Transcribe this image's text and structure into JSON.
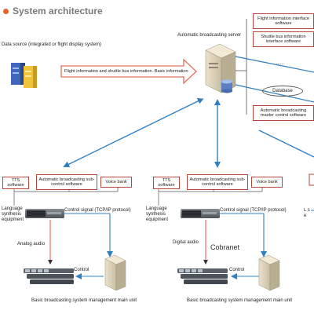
{
  "title": "System architecture",
  "data_source_label": "Data source (integrated or flight display system)",
  "flow_label": "Flight information and shuttle bus information. Basic information",
  "server_label": "Automatic broadcasting server",
  "right_panel": {
    "box1": "Flight information interface software",
    "box2": "Shuttle bus information interface software",
    "dots": "......",
    "database": "Database",
    "box3": "Automatic broadcasting master control software"
  },
  "left_unit": {
    "tts": "TTS software",
    "sub": "Automatic broadcasting sub-control software",
    "voice": "Voice bank",
    "lang": "Language synthesis equipment",
    "control_signal": "Control signal (TCP/IP protocol)",
    "audio": "Analog audio",
    "control": "Control",
    "unit_label": "Basic broadcasting system management main unit"
  },
  "right_unit": {
    "tts": "TTS software",
    "sub": "Automatic broadcasting sub-control software",
    "voice": "Voice bank",
    "lang": "Language synthesis equipment",
    "control_signal": "Control signal (TCP/IP protocol)",
    "audio": "Digital audio",
    "cobranet": "Cobranet",
    "control": "Control",
    "unit_label": "Basic broadcasting system management main unit"
  },
  "edge_unit": {
    "lang_partial": "L s e"
  },
  "colors": {
    "accent_orange": "#e8622c",
    "box_border": "#b8453a",
    "arrow_blue": "#2f7fc1",
    "flow_arrow": "#e2705a"
  },
  "icons": [
    "database-server-icon",
    "server-tower-icon",
    "rack-device-icon",
    "mixer-icon"
  ]
}
